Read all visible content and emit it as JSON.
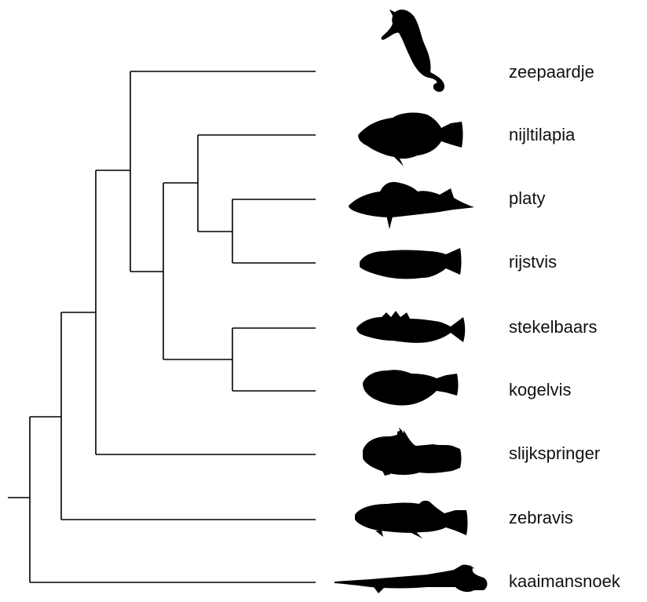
{
  "tree": {
    "taxa": [
      {
        "id": "zeepaardje",
        "label": "zeepaardje",
        "icon": "seahorse-icon"
      },
      {
        "id": "nijltilapia",
        "label": "nijltilapia",
        "icon": "tilapia-icon"
      },
      {
        "id": "platy",
        "label": "platy",
        "icon": "platy-icon"
      },
      {
        "id": "rijstvis",
        "label": "rijstvis",
        "icon": "ricefish-icon"
      },
      {
        "id": "stekelbaars",
        "label": "stekelbaars",
        "icon": "stickleback-icon"
      },
      {
        "id": "kogelvis",
        "label": "kogelvis",
        "icon": "pufferfish-icon"
      },
      {
        "id": "slijkspringer",
        "label": "slijkspringer",
        "icon": "mudskipper-icon"
      },
      {
        "id": "zebravis",
        "label": "zebravis",
        "icon": "zebrafish-icon"
      },
      {
        "id": "kaaimansnoek",
        "label": "kaaimansnoek",
        "icon": "gar-icon"
      }
    ],
    "line_color": "#000000",
    "icon_color": "#000000"
  }
}
